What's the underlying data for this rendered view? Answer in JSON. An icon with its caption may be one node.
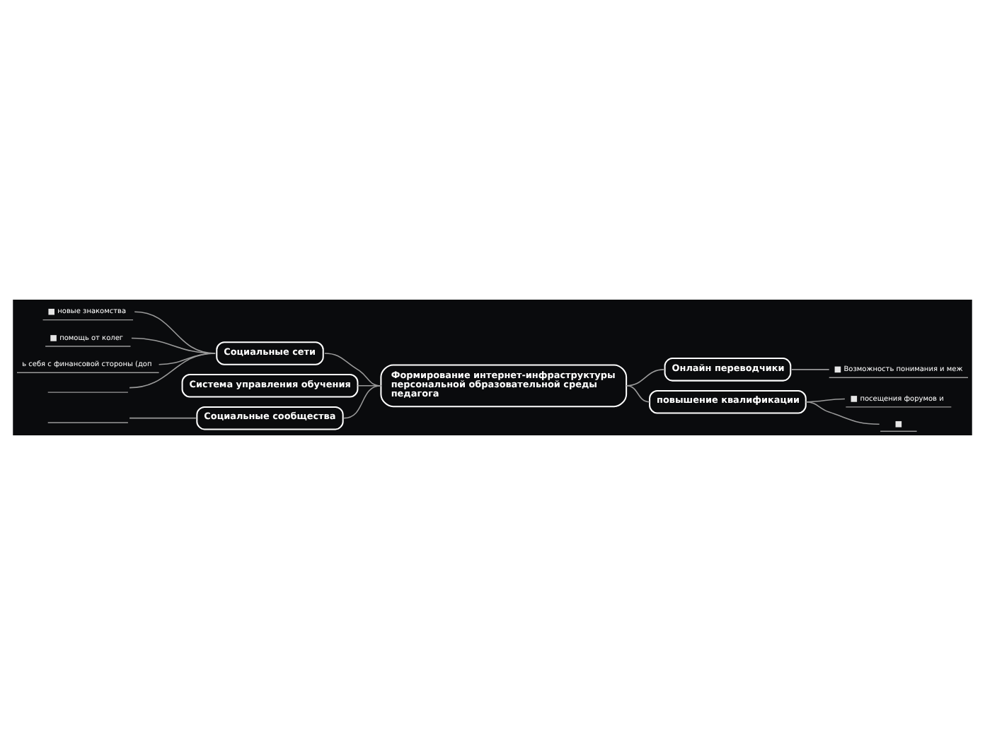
{
  "diagram": {
    "nodes": [
      {
        "text": [
          "Формирование интернет-инфраструктуры персональной образовательной среды педагога"
        ]
      },
      {
        "text": [
          "Социальные сети"
        ]
      },
      {
        "text": [
          "новые знакомства"
        ]
      },
      {
        "text": [
          "помощь от колег"
        ]
      },
      {
        "text": [
          "ь себя с финансовой стороны (доп"
        ]
      },
      {
        "text": [],
        "shape": "bar"
      },
      {
        "text": [
          "Система управления обучения"
        ]
      },
      {
        "text": [
          "Социальные сообщества"
        ]
      },
      {
        "text": [],
        "shape": "bar"
      },
      {
        "text": [
          "Онлайн переводчики"
        ]
      },
      {
        "text": [
          "Возможность понимания и меж"
        ]
      },
      {
        "text": [
          "повышение квалификации"
        ]
      },
      {
        "text": [
          "посещения форумов и"
        ]
      },
      {
        "text": [],
        "shape": "box"
      }
    ],
    "edges": [
      {
        "from": 2,
        "to": 1,
        "arrow": "none"
      },
      {
        "from": 3,
        "to": 1,
        "arrow": "none"
      },
      {
        "from": 4,
        "to": 1,
        "arrow": "none"
      },
      {
        "from": 5,
        "to": 1,
        "arrow": "none"
      },
      {
        "from": 1,
        "to": 0,
        "arrow": "none"
      },
      {
        "from": 6,
        "to": 0,
        "arrow": "none"
      },
      {
        "from": 8,
        "to": 7,
        "arrow": "none"
      },
      {
        "from": 7,
        "to": 0,
        "arrow": "none"
      },
      {
        "from": 0,
        "to": 9,
        "arrow": "none"
      },
      {
        "from": 9,
        "to": 10,
        "arrow": "none"
      },
      {
        "from": 0,
        "to": 11,
        "arrow": "none"
      },
      {
        "from": 11,
        "to": 12,
        "arrow": "none"
      },
      {
        "from": 11,
        "to": 13,
        "arrow": "none"
      }
    ]
  }
}
